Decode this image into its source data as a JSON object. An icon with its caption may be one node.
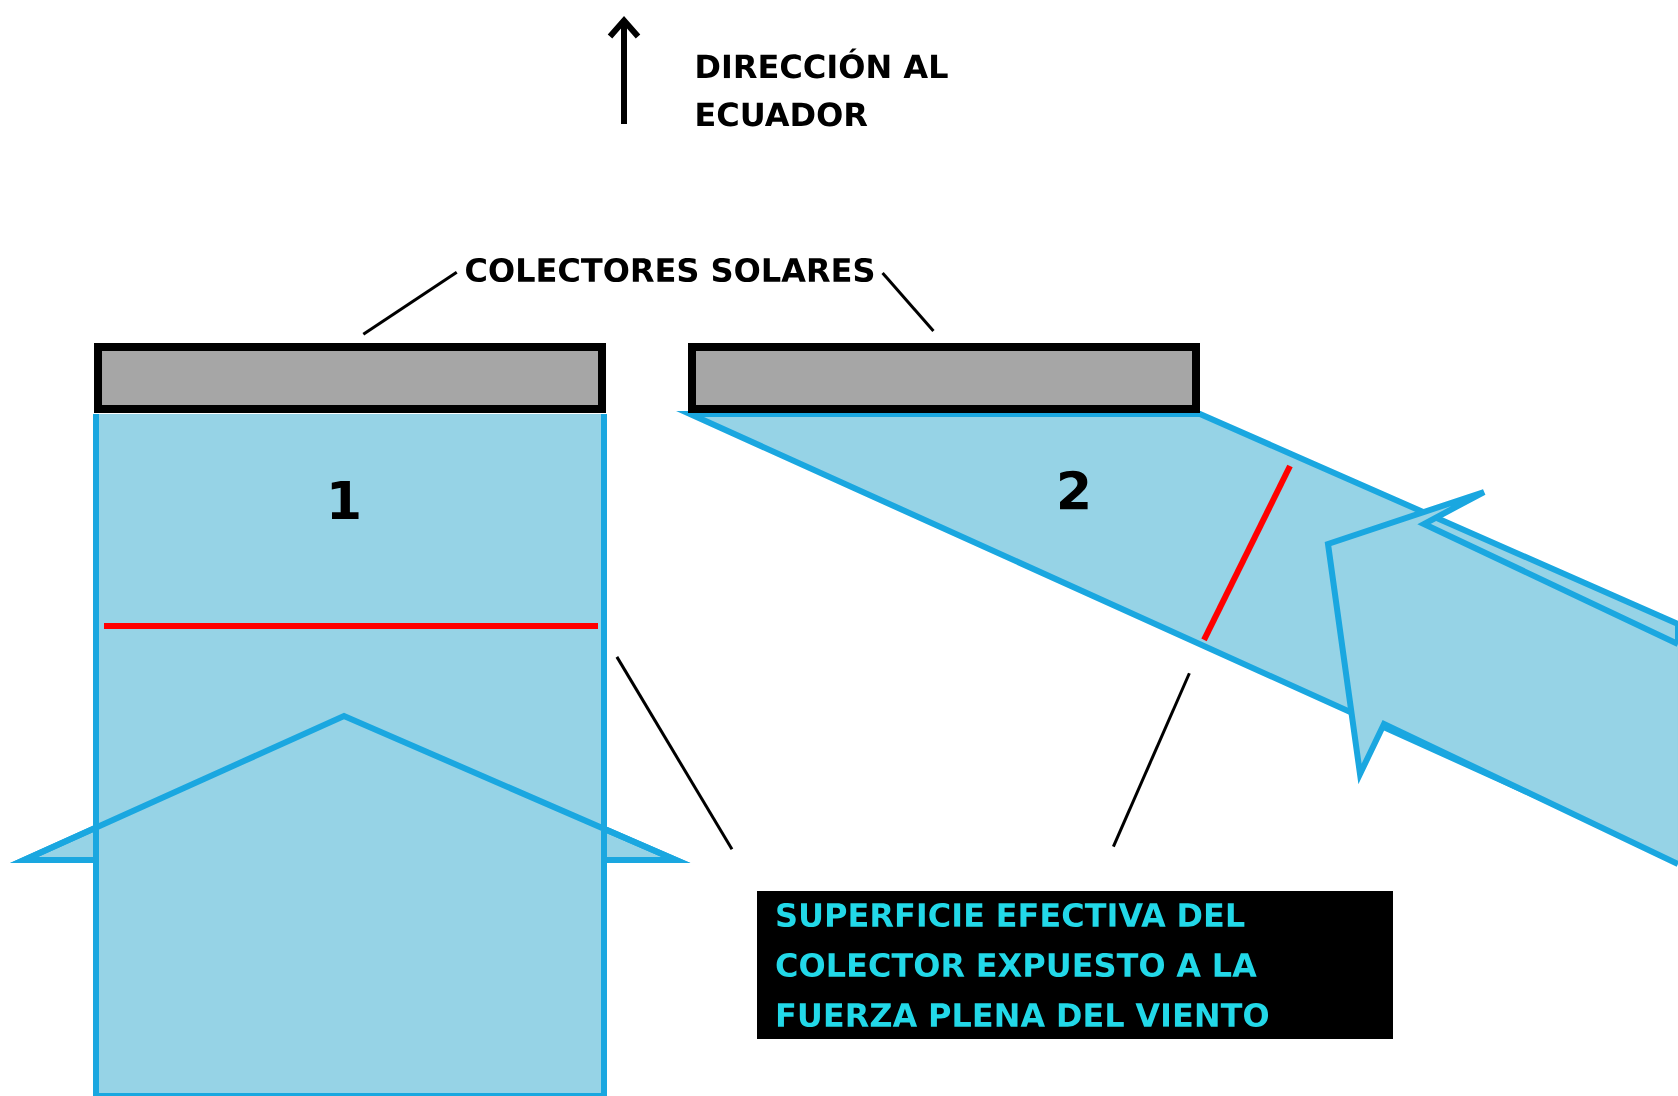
{
  "diagram": {
    "nodes": [
      {
        "text": [
          "COLECTORES SOLARES"
        ]
      },
      {
        "text": [],
        "shape": "box"
      },
      {
        "text": [],
        "shape": "box"
      },
      {
        "text": [],
        "shape": "line"
      },
      {
        "text": [],
        "shape": "line"
      },
      {
        "text": [
          "SUPERFICIE EFECTIVA DEL COLECTOR EXPUESTO A LA FUERZA PLENA DEL VIENTO"
        ]
      }
    ],
    "edges": [
      {
        "from": 0,
        "to": 1,
        "arrow": "none"
      },
      {
        "from": 0,
        "to": 2,
        "arrow": "none"
      },
      {
        "from": 5,
        "to": 3,
        "arrow": "none"
      },
      {
        "from": 5,
        "to": 4,
        "arrow": "none"
      }
    ],
    "labels": [
      "DIRECCIÓN AL ECUADOR",
      "1",
      "2"
    ]
  }
}
